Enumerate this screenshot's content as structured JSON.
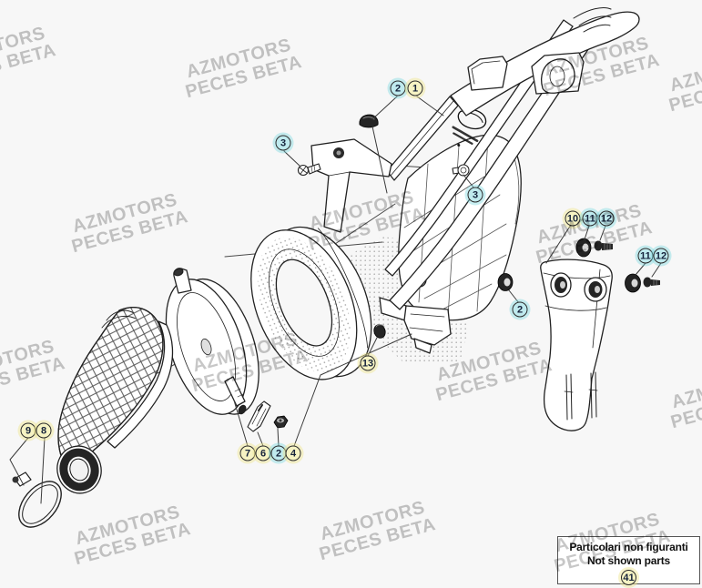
{
  "watermark": {
    "line1": "AZMOTORS",
    "line2": "PECES BETA",
    "color": "#c7c7c7"
  },
  "note_box": {
    "line1": "Particolari non figuranti",
    "line2": "Not shown parts"
  },
  "callouts": {
    "items": [
      {
        "label": "2",
        "style": "cyan"
      },
      {
        "label": "1",
        "style": "yellow"
      },
      {
        "label": "3",
        "style": "cyan"
      },
      {
        "label": "3",
        "style": "cyan"
      },
      {
        "label": "10",
        "style": "yellow"
      },
      {
        "label": "11",
        "style": "cyan"
      },
      {
        "label": "12",
        "style": "cyan"
      },
      {
        "label": "11",
        "style": "cyan"
      },
      {
        "label": "12",
        "style": "cyan"
      },
      {
        "label": "2",
        "style": "cyan"
      },
      {
        "label": "13",
        "style": "yellow"
      },
      {
        "label": "9",
        "style": "yellow"
      },
      {
        "label": "8",
        "style": "yellow"
      },
      {
        "label": "7",
        "style": "yellow"
      },
      {
        "label": "6",
        "style": "yellow"
      },
      {
        "label": "2",
        "style": "cyan"
      },
      {
        "label": "4",
        "style": "yellow"
      },
      {
        "label": "41",
        "style": "yellow"
      }
    ]
  },
  "colors": {
    "background": "#f7f7f7",
    "line_art": "#212121",
    "callout_yellow": "#f6f3c3",
    "callout_cyan": "#bfeaee",
    "callout_text": "#16233c",
    "watermark": "#c7c7c7"
  }
}
